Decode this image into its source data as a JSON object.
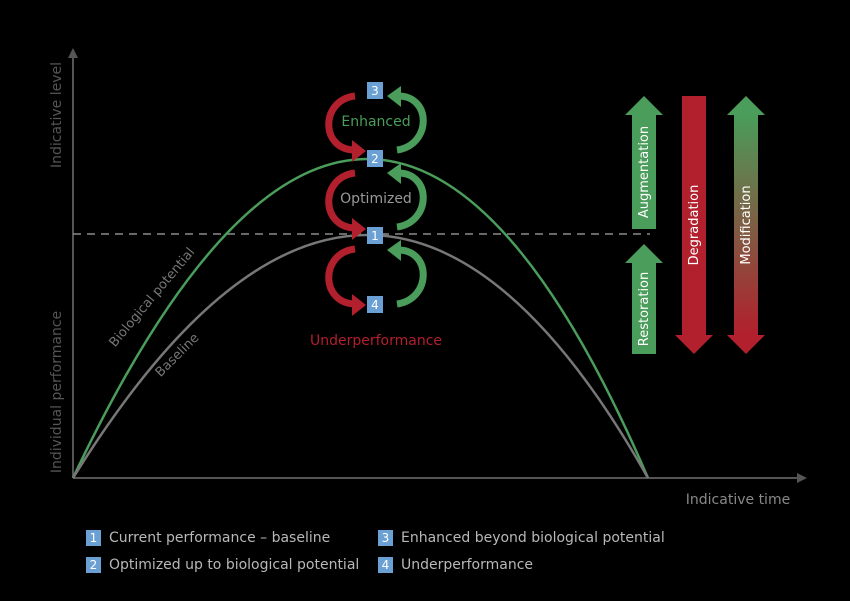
{
  "axes": {
    "y_top_label": "Indicative level",
    "y_bottom_label": "Individual performance",
    "x_label": "Indicative time"
  },
  "curves": {
    "biological_potential": "Biological potential",
    "baseline": "Baseline"
  },
  "zones": {
    "enhanced": "Enhanced",
    "optimized": "Optimized",
    "underperformance": "Underperformance"
  },
  "markers": [
    "1",
    "2",
    "3",
    "4"
  ],
  "arrows": {
    "augmentation": "Augmentation",
    "restoration": "Restoration",
    "degradation": "Degradation",
    "modification": "Modification"
  },
  "legend": [
    {
      "num": "1",
      "text": "Current performance – baseline"
    },
    {
      "num": "3",
      "text": "Enhanced beyond biological potential"
    },
    {
      "num": "2",
      "text": "Optimized up to biological potential"
    },
    {
      "num": "4",
      "text": "Underperformance"
    }
  ],
  "colors": {
    "background": "#000000",
    "green": "#4a9d5a",
    "grey": "#777777",
    "red": "#b21f2d",
    "marker_blue": "#6aa0d3",
    "text_grey": "#b8b8b8"
  }
}
